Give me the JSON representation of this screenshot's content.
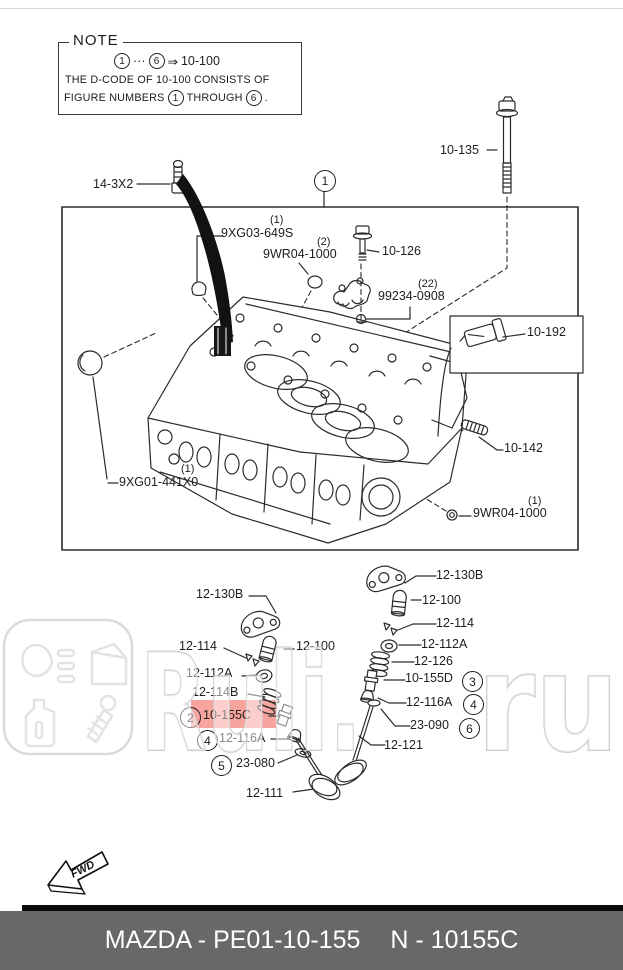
{
  "note": {
    "title": "NOTE",
    "range_from": "1",
    "dots": "···",
    "range_to": "6",
    "arrow": "⇒",
    "code": "10-100",
    "line2": "THE D-CODE OF  10-100  CONSISTS OF",
    "line3_pre": "FIGURE NUMBERS",
    "line3_mid": "THROUGH",
    "line3_end": "."
  },
  "callout": {
    "assembly": "1"
  },
  "qty": {
    "q1": "(1)",
    "q2": "(2)",
    "q22": "(22)"
  },
  "parts": {
    "n14_3x2": "14-3X2",
    "n10_135": "10-135",
    "n9xg03_649s": "9XG03-649S",
    "n9wr04_1000": "9WR04-1000",
    "n10_126": "10-126",
    "n99234_0908": "99234-0908",
    "n10_192": "10-192",
    "n10_142": "10-142",
    "n9xg01_441x0": "9XG01-441X0",
    "n12_130b": "12-130B",
    "n12_100": "12-100",
    "n12_114": "12-114",
    "n12_112a": "12-112A",
    "n12_114b": "12-114B",
    "n10_155c": "10-155C",
    "n12_116a": "12-116A",
    "n23_080": "23-080",
    "n12_111": "12-111",
    "n12_126": "12-126",
    "n10_155d": "10-155D",
    "n23_090": "23-090",
    "n12_121": "12-121"
  },
  "circles": {
    "c1": "1",
    "c2": "2",
    "c3": "3",
    "c4": "4",
    "c5": "5",
    "c6": "6"
  },
  "highlight": {
    "part": "10-155C",
    "color": "rgba(240,72,62,0.5)"
  },
  "watermark": {
    "text_left": "Ruli.",
    "text_right": "ru"
  },
  "fwd": {
    "label": "FWD"
  },
  "footer": {
    "left": "MAZDA - PE01-10-155",
    "right": "N - 10155C"
  }
}
